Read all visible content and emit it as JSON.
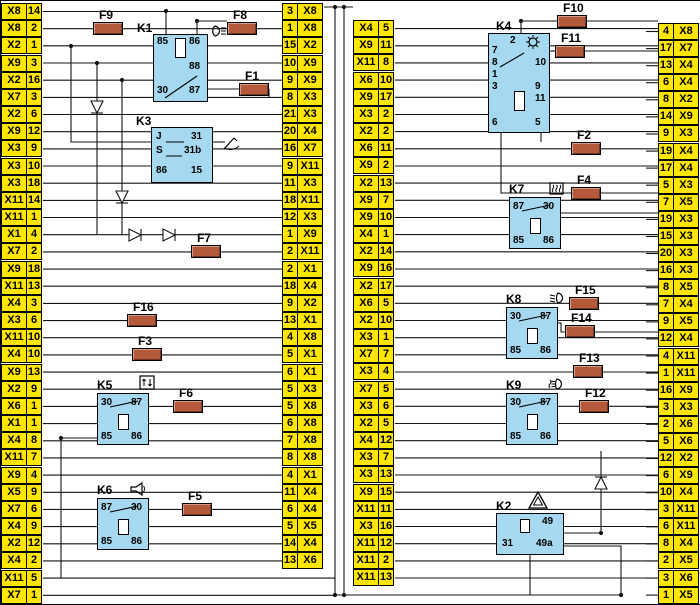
{
  "diagram_type": "vehicle fuse-and-relay mounting block wiring schematic",
  "colors": {
    "cell_bg": "#ffe600",
    "relay_bg": "#a6d9ef",
    "fuse_bg": "#b45a3a",
    "wire": "#151515",
    "background": "#ffffff"
  },
  "strips": {
    "left": {
      "cells": [
        [
          "X8",
          "14"
        ],
        [
          "X8",
          "2"
        ],
        [
          "X2",
          "1"
        ],
        [
          "X9",
          "3"
        ],
        [
          "X2",
          "16"
        ],
        [
          "X7",
          "3"
        ],
        [
          "X2",
          "6"
        ],
        [
          "X9",
          "12"
        ],
        [
          "X3",
          "9"
        ],
        [
          "X3",
          "10"
        ],
        [
          "X3",
          "18"
        ],
        [
          "X11",
          "14"
        ],
        [
          "X11",
          "1"
        ],
        [
          "X1",
          "4"
        ],
        [
          "X7",
          "2"
        ],
        [
          "X9",
          "18"
        ],
        [
          "X11",
          "13"
        ],
        [
          "X4",
          "3"
        ],
        [
          "X3",
          "6"
        ],
        [
          "X11",
          "10"
        ],
        [
          "X4",
          "10"
        ],
        [
          "X9",
          "13"
        ],
        [
          "X2",
          "9"
        ],
        [
          "X6",
          "1"
        ],
        [
          "X1",
          "1"
        ],
        [
          "X4",
          "8"
        ],
        [
          "X11",
          "7"
        ],
        [
          "X9",
          "4"
        ],
        [
          "X5",
          "9"
        ],
        [
          "X7",
          "6"
        ],
        [
          "X4",
          "9"
        ],
        [
          "X2",
          "12"
        ],
        [
          "X4",
          "2"
        ],
        [
          "X11",
          "5"
        ],
        [
          "X7",
          "1"
        ]
      ]
    },
    "mid_left": {
      "cells": [
        [
          "3",
          "X8"
        ],
        [
          "1",
          "X8"
        ],
        [
          "15",
          "X2"
        ],
        [
          "10",
          "X9"
        ],
        [
          "9",
          "X9"
        ],
        [
          "8",
          "X3"
        ],
        [
          "21",
          "X3"
        ],
        [
          "20",
          "X4"
        ],
        [
          "16",
          "X7"
        ],
        [
          "9",
          "X11"
        ],
        [
          "11",
          "X3"
        ],
        [
          "18",
          "X11"
        ],
        [
          "12",
          "X3"
        ],
        [
          "1",
          "X9"
        ],
        [
          "2",
          "X11"
        ],
        [
          "2",
          "X1"
        ],
        [
          "18",
          "X4"
        ],
        [
          "9",
          "X2"
        ],
        [
          "13",
          "X1"
        ],
        [
          "4",
          "X8"
        ],
        [
          "5",
          "X1"
        ],
        [
          "6",
          "X1"
        ],
        [
          "5",
          "X3"
        ],
        [
          "5",
          "X8"
        ],
        [
          "6",
          "X8"
        ],
        [
          "7",
          "X8"
        ],
        [
          "8",
          "X8"
        ],
        [
          "4",
          "X1"
        ],
        [
          "11",
          "X4"
        ],
        [
          "6",
          "X4"
        ],
        [
          "5",
          "X5"
        ],
        [
          "14",
          "X4"
        ],
        [
          "13",
          "X6"
        ]
      ]
    },
    "mid_right": {
      "cells": [
        [
          "X4",
          "5"
        ],
        [
          "X9",
          "11"
        ],
        [
          "X11",
          "8"
        ],
        [
          "X6",
          "10"
        ],
        [
          "X9",
          "17"
        ],
        [
          "X3",
          "2"
        ],
        [
          "X2",
          "2"
        ],
        [
          "X6",
          "11"
        ],
        [
          "X9",
          "2"
        ],
        [
          "X2",
          "13"
        ],
        [
          "X9",
          "7"
        ],
        [
          "X9",
          "10"
        ],
        [
          "X4",
          "1"
        ],
        [
          "X2",
          "14"
        ],
        [
          "X9",
          "16"
        ],
        [
          "X2",
          "17"
        ],
        [
          "X6",
          "5"
        ],
        [
          "X2",
          "10"
        ],
        [
          "X3",
          "1"
        ],
        [
          "X7",
          "7"
        ],
        [
          "X3",
          "4"
        ],
        [
          "X7",
          "5"
        ],
        [
          "X3",
          "6"
        ],
        [
          "X2",
          "5"
        ],
        [
          "X4",
          "12"
        ],
        [
          "X3",
          "7"
        ],
        [
          "X3",
          "13"
        ],
        [
          "X9",
          "15"
        ],
        [
          "X11",
          "11"
        ],
        [
          "X3",
          "16"
        ],
        [
          "X11",
          "12"
        ],
        [
          "X11",
          "2"
        ],
        [
          "X11",
          "13"
        ]
      ]
    },
    "right": {
      "cells": [
        [
          "4",
          "X8"
        ],
        [
          "17",
          "X7"
        ],
        [
          "13",
          "X4"
        ],
        [
          "6",
          "X4"
        ],
        [
          "8",
          "X2"
        ],
        [
          "14",
          "X9"
        ],
        [
          "9",
          "X3"
        ],
        [
          "19",
          "X4"
        ],
        [
          "17",
          "X4"
        ],
        [
          "5",
          "X3"
        ],
        [
          "7",
          "X5"
        ],
        [
          "19",
          "X3"
        ],
        [
          "15",
          "X3"
        ],
        [
          "20",
          "X3"
        ],
        [
          "16",
          "X3"
        ],
        [
          "8",
          "X5"
        ],
        [
          "7",
          "X4"
        ],
        [
          "9",
          "X5"
        ],
        [
          "12",
          "X4"
        ],
        [
          "4",
          "X11"
        ],
        [
          "1",
          "X11"
        ],
        [
          "16",
          "X9"
        ],
        [
          "3",
          "X3"
        ],
        [
          "2",
          "X6"
        ],
        [
          "5",
          "X6"
        ],
        [
          "12",
          "X2"
        ],
        [
          "6",
          "X9"
        ],
        [
          "10",
          "X4"
        ],
        [
          "3",
          "X11"
        ],
        [
          "6",
          "X11"
        ],
        [
          "8",
          "X4"
        ],
        [
          "2",
          "X5"
        ],
        [
          "3",
          "X6"
        ],
        [
          "1",
          "X5"
        ]
      ]
    }
  },
  "relays": [
    {
      "id": "K1",
      "label": "K1",
      "icon": "headlight-washer-icon",
      "pins": [
        "85",
        "86",
        "88",
        "30",
        "87"
      ]
    },
    {
      "id": "K3",
      "label": "K3",
      "icon": "wiper-icon",
      "pins": [
        "J",
        "31",
        "S",
        "31b",
        "86",
        "15"
      ]
    },
    {
      "id": "K4",
      "label": "K4",
      "icon": "lamp-check-icon",
      "pins": [
        "2",
        "7",
        "8",
        "1",
        "3",
        "6",
        "10",
        "9",
        "11",
        "5"
      ]
    },
    {
      "id": "K7",
      "label": "K7",
      "icon": "rear-defrost-icon",
      "pins": [
        "87",
        "30",
        "85",
        "86"
      ]
    },
    {
      "id": "K8",
      "label": "K8",
      "icon": "low-beam-icon",
      "pins": [
        "30",
        "87",
        "85",
        "86"
      ]
    },
    {
      "id": "K9",
      "label": "K9",
      "icon": "fog-light-icon",
      "pins": [
        "30",
        "87",
        "85",
        "86"
      ]
    },
    {
      "id": "K5",
      "label": "K5",
      "icon": "window-lift-icon",
      "pins": [
        "30",
        "87",
        "85",
        "86"
      ]
    },
    {
      "id": "K6",
      "label": "K6",
      "icon": "horn-icon",
      "pins": [
        "87",
        "30",
        "85",
        "86"
      ]
    },
    {
      "id": "K2",
      "label": "K2",
      "icon": "hazard-icon",
      "pins": [
        "49",
        "31",
        "49a"
      ]
    }
  ],
  "fuses": [
    {
      "label": "F9"
    },
    {
      "label": "F8"
    },
    {
      "label": "F1"
    },
    {
      "label": "F7"
    },
    {
      "label": "F16"
    },
    {
      "label": "F3"
    },
    {
      "label": "F6"
    },
    {
      "label": "F5"
    },
    {
      "label": "F10"
    },
    {
      "label": "F11"
    },
    {
      "label": "F2"
    },
    {
      "label": "F4"
    },
    {
      "label": "F15"
    },
    {
      "label": "F14"
    },
    {
      "label": "F13"
    },
    {
      "label": "F12"
    }
  ]
}
